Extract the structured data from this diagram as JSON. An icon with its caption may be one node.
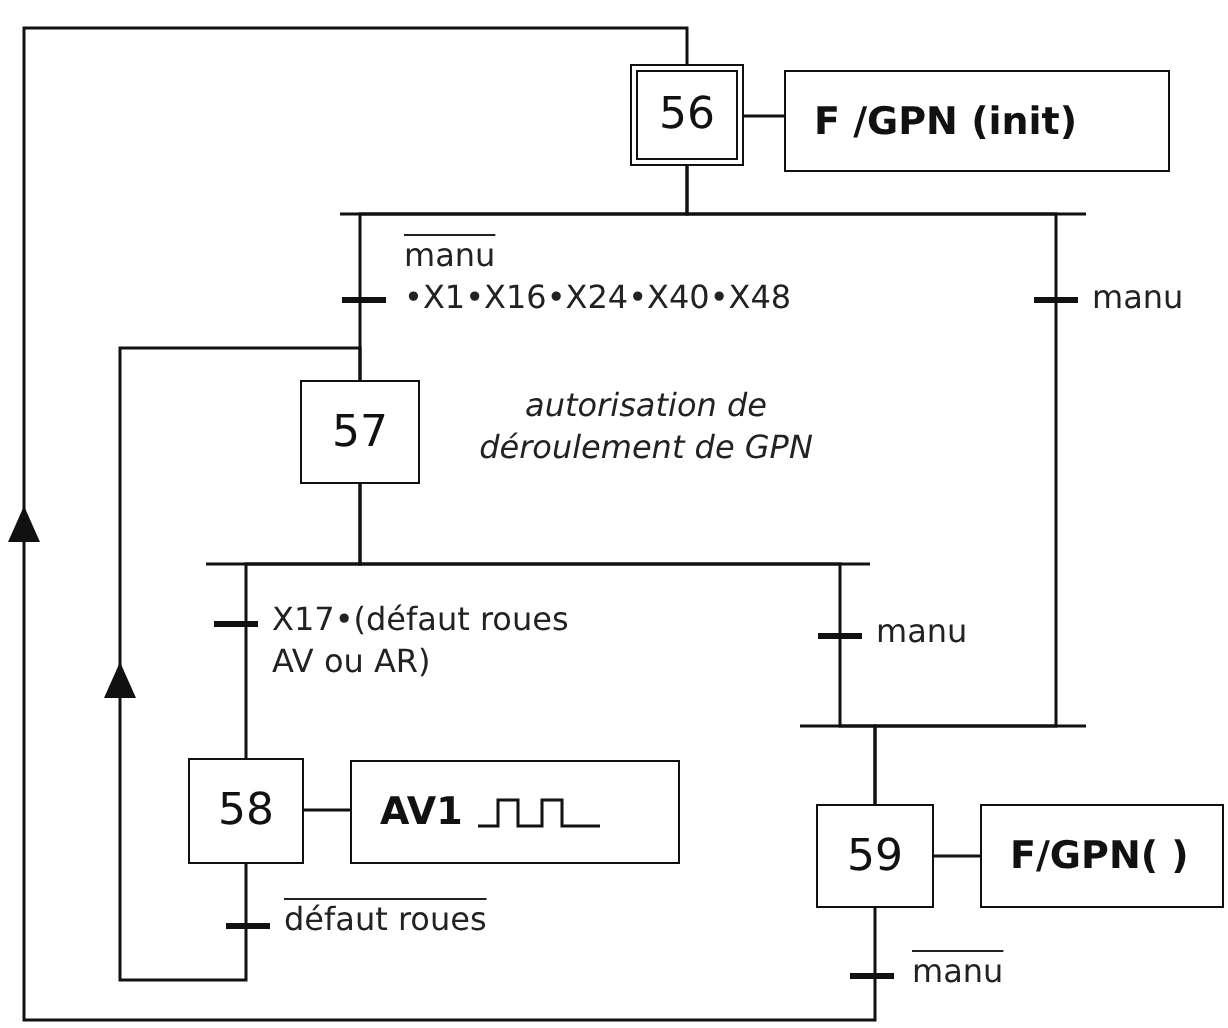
{
  "diagram": {
    "nodes": [
      {
        "text": [
          "56"
        ]
      },
      {
        "text": [
          "F /GPN (init)"
        ]
      },
      {
        "text": [
          "57"
        ],
        "beside": [
          "autorisation de déroulement de GPN"
        ]
      },
      {
        "text": [
          "58"
        ]
      },
      {
        "text": [
          "AV1"
        ]
      },
      {
        "text": [
          "59"
        ]
      },
      {
        "text": [
          "F/GPN( )"
        ]
      }
    ],
    "edges": [
      {
        "from": 0,
        "to": 2,
        "arrow": "none",
        "label": "manu •X1•X16•X24•X40•X48"
      },
      {
        "from": 0,
        "to": 5,
        "arrow": "none",
        "label": "manu"
      },
      {
        "from": 2,
        "to": 3,
        "arrow": "none",
        "label": "X17•(défaut roues AV ou AR)"
      },
      {
        "from": 2,
        "to": 5,
        "arrow": "none",
        "label": "manu"
      },
      {
        "from": 3,
        "to": 2,
        "arrow": "to",
        "label": "défaut roues"
      },
      {
        "from": 5,
        "to": 0,
        "arrow": "to",
        "label": "manu"
      },
      {
        "from": 0,
        "to": 1,
        "arrow": "none"
      },
      {
        "from": 3,
        "to": 4,
        "arrow": "none"
      },
      {
        "from": 5,
        "to": 6,
        "arrow": "none"
      }
    ]
  }
}
